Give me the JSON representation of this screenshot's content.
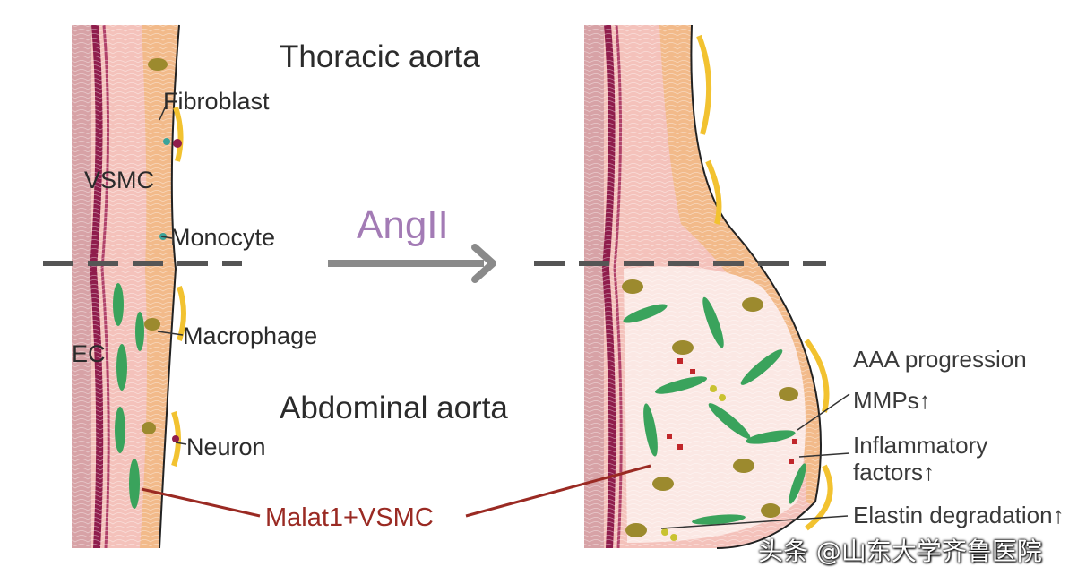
{
  "labels": {
    "thoracic": "Thoracic aorta",
    "abdominal": "Abdominal aorta",
    "fibroblast": "Fibroblast",
    "vsmc": "VSMC",
    "monocyte": "Monocyte",
    "macrophage": "Macrophage",
    "ec": "EC",
    "neuron": "Neuron",
    "stimulus": "AngII",
    "malat1": "Malat1+VSMC",
    "aaa_progression": "AAA progression",
    "mmps": "MMPs↑",
    "inflammatory_line1": "Inflammatory",
    "inflammatory_line2": "factors↑",
    "elastin": "Elastin degradation↑"
  },
  "watermark": "头条 @山东大学齐鲁医院",
  "colors": {
    "lumen": "#d7a2a6",
    "elastic_lamina": "#8f1d4c",
    "media": "#f4c2bb",
    "adventitia": "#f2ba8a",
    "fat": "#f2c230",
    "vsmc_green": "#3aa35c",
    "macrophage_olive": "#9c8a2e",
    "connector": "#9a2a23",
    "dashed": "#555555",
    "arrow": "#8a8a8a"
  }
}
